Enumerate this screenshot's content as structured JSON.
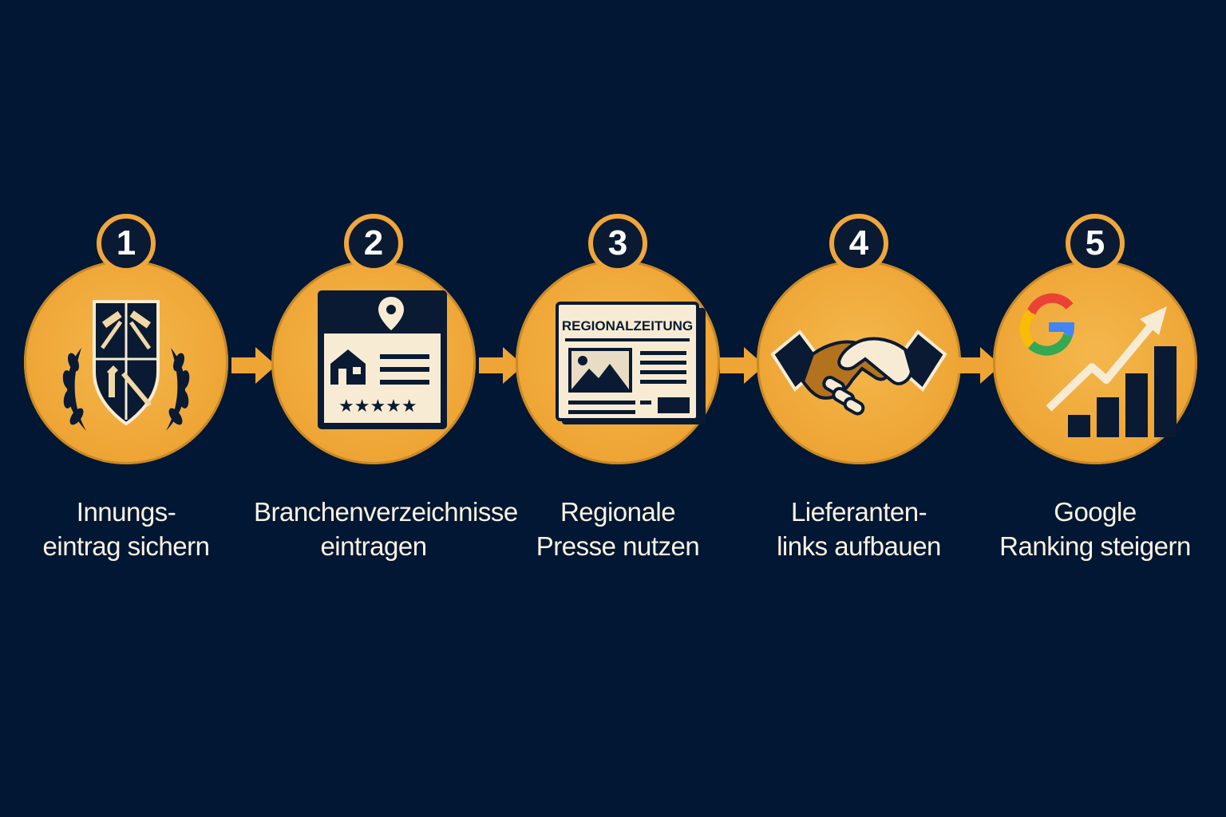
{
  "colors": {
    "background": "#021733",
    "accent": "#eea535",
    "dark": "#0a1a33",
    "cream": "#f7ecd3"
  },
  "steps": [
    {
      "number": "1",
      "label_line1": "Innungs-",
      "label_line2": "eintrag sichern",
      "icon": "guild-shield-icon"
    },
    {
      "number": "2",
      "label_line1": "Branchenverzeichnisse",
      "label_line2": "eintragen",
      "icon": "directory-listing-icon"
    },
    {
      "number": "3",
      "label_line1": "Regionale",
      "label_line2": "Presse nutzen",
      "icon": "newspaper-icon",
      "newspaper_title": "REGIONALZEITUNG"
    },
    {
      "number": "4",
      "label_line1": "Lieferanten-",
      "label_line2": "links aufbauen",
      "icon": "handshake-icon"
    },
    {
      "number": "5",
      "label_line1": "Google",
      "label_line2": "Ranking steigern",
      "icon": "google-ranking-icon"
    }
  ]
}
